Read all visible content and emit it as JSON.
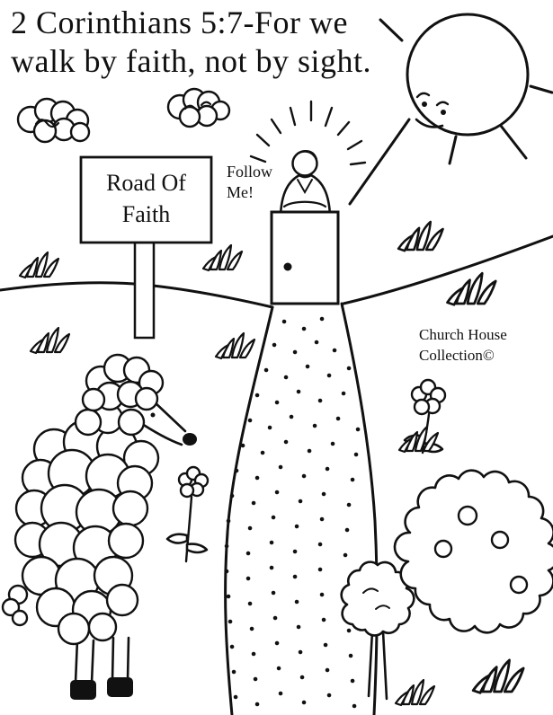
{
  "title": {
    "line1": "2 Corinthians 5:7-For we",
    "line2": "walk by faith, not by sight."
  },
  "sign": {
    "line1": "Road Of",
    "line2": "Faith"
  },
  "speech": {
    "line1": "Follow",
    "line2": "Me!"
  },
  "attribution": {
    "line1": "Church House",
    "line2": "Collection©"
  },
  "scene": {
    "description": "Coloring page: sheep on a dotted winding road of faith leading to an open door with a welcoming figure, smiling sun, clouds, flowers, bush and grass",
    "colors": {
      "ink": "#111111",
      "paper": "#ffffff"
    }
  }
}
